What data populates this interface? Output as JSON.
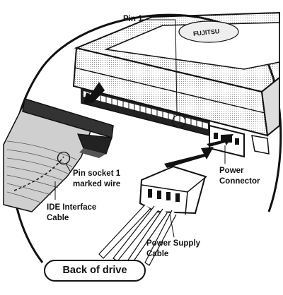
{
  "labels": {
    "pin1": "Pin 1",
    "pin_socket_line1": "Pin socket 1",
    "pin_socket_line2": "marked wire",
    "ide_line1": "IDE Interface",
    "ide_line2": "Cable",
    "power_conn_line1": "Power",
    "power_conn_line2": "Connector",
    "psu_line1": "Power Supply",
    "psu_line2": "Cable"
  },
  "caption": "Back of drive",
  "drive_logo_text": "FUJITSU"
}
